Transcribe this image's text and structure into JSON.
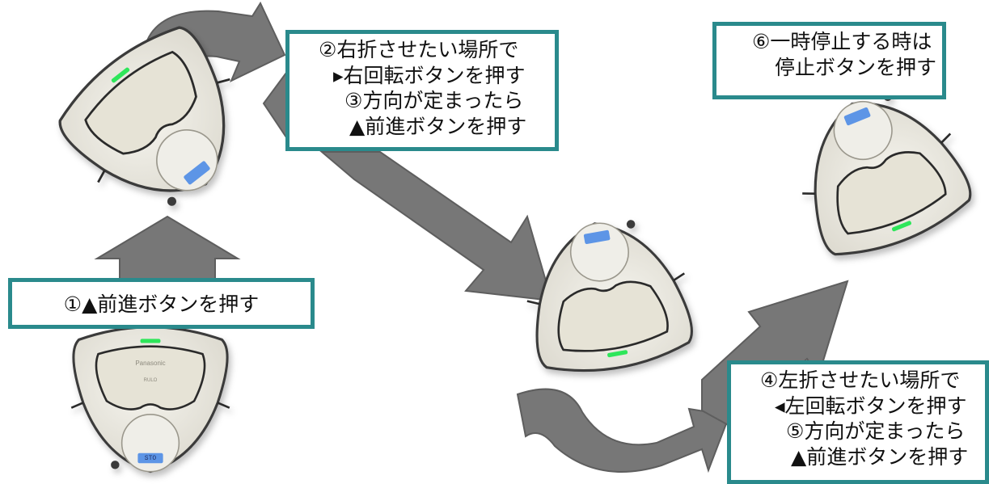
{
  "callouts": {
    "step1": "①▲前進ボタンを押す",
    "step2_line1": "②右折させたい場所で",
    "step2_line2": "▸右回転ボタンを押す",
    "step3_line1": "③方向が定まったら",
    "step3_line2": "▲前進ボタンを押す",
    "step4_line1": "④左折させたい場所で",
    "step4_line2": "◂左回転ボタンを押す",
    "step5_line1": "⑤方向が定まったら",
    "step5_line2": "▲前進ボタンを押す",
    "step6_line1": "⑥一時停止する時は",
    "step6_line2": "停止ボタンを押す"
  },
  "robot": {
    "brand": "Panasonic",
    "model_mark": "RULO",
    "display": "STO"
  },
  "colors": {
    "callout_border": "#2a8a8c",
    "arrow_fill": "#777777",
    "arrow_stroke": "#5e5e5e",
    "robot_body": "#eceae2",
    "robot_panel": "#e6e3d6",
    "robot_outline": "#2b2b2b",
    "led_green": "#2fe65a",
    "lcd_blue": "#5d95e6"
  }
}
